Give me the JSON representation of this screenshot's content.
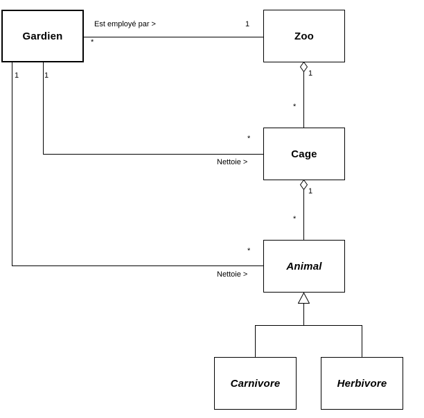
{
  "classes": {
    "gardien": {
      "name": "Gardien"
    },
    "zoo": {
      "name": "Zoo"
    },
    "cage": {
      "name": "Cage"
    },
    "animal": {
      "name": "Animal"
    },
    "carnivore": {
      "name": "Carnivore"
    },
    "herbivore": {
      "name": "Herbivore"
    }
  },
  "associations": {
    "gardien_zoo": {
      "label": "Est employé par >",
      "mult_near_gardien": "*",
      "mult_near_zoo": "1"
    },
    "gardien_cage": {
      "label": "Nettoie >",
      "mult_near_gardien": "1",
      "mult_near_cage": "*"
    },
    "gardien_animal": {
      "label": "Nettoie >",
      "mult_near_gardien": "1",
      "mult_near_animal": "*"
    },
    "zoo_cage": {
      "mult_near_zoo": "1",
      "mult_near_cage": "*"
    },
    "cage_animal": {
      "mult_near_cage": "1",
      "mult_near_animal": "*"
    }
  },
  "colors": {
    "line": "#000000",
    "background": "#ffffff",
    "box_fill": "#ffffff"
  }
}
